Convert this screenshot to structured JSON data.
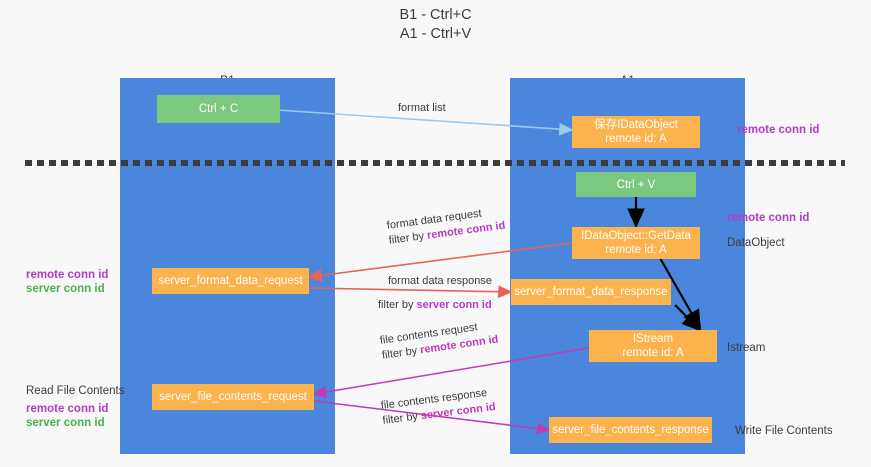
{
  "title": {
    "line1": "B1 - Ctrl+C",
    "line2": "A1 - Ctrl+V"
  },
  "columns": [
    {
      "name": "B1",
      "role": "connection"
    },
    {
      "name": "A1",
      "role": "remote"
    }
  ],
  "nodes": {
    "ctrl_c": "Ctrl + C",
    "ctrl_v": "Ctrl + V",
    "idataobject": "保存IDataObject\nremote id: A",
    "getdata": "IDataObject::GetData\nremote id: A",
    "istream": "IStream\nremote id: A",
    "server_format_data_request": "server_format_data_request",
    "server_format_data_response": "server_format_data_response",
    "server_file_contents_request": "server_file_contents_request",
    "server_file_contents_response": "server_file_contents_response"
  },
  "edges": {
    "format_list": "format list",
    "format_data_request": "format data request",
    "format_data_request_filter_prefix": "filter by ",
    "format_data_request_filter_key": "remote conn id",
    "format_data_response": "format data response",
    "format_data_response_filter_prefix": "filter by ",
    "format_data_response_filter_key": "server conn id",
    "file_contents_request": "file contents request",
    "file_contents_request_filter_prefix": "filter by ",
    "file_contents_request_filter_key": "remote conn id",
    "file_contents_response": "file contents response",
    "file_contents_response_filter_prefix": "filter by ",
    "file_contents_response_filter_key": "server conn id"
  },
  "annotations": {
    "right_remote_conn_id_top": "remote conn id",
    "right_remote_conn_id_mid": "remote conn id",
    "right_dataobject": "DataObject",
    "right_istream": "Istream",
    "right_write_file_contents": "Write File Contents",
    "left_remote_conn_id": "remote conn id",
    "left_server_conn_id": "server conn id",
    "left_read_file_contents": "Read File Contents",
    "left_remote_conn_id_2": "remote conn id",
    "left_server_conn_id_2": "server conn id"
  },
  "colors": {
    "lane": "#4a86dc",
    "node_green": "#7bc97f",
    "node_orange": "#fcb24d",
    "arrow_blue": "#9cc9ee",
    "arrow_black": "#000000",
    "arrow_red": "#e8645a",
    "arrow_magenta": "#c23ab4",
    "key_purple": "#b13dc4",
    "key_green": "#4caf50",
    "background": "#f8f8f8"
  }
}
